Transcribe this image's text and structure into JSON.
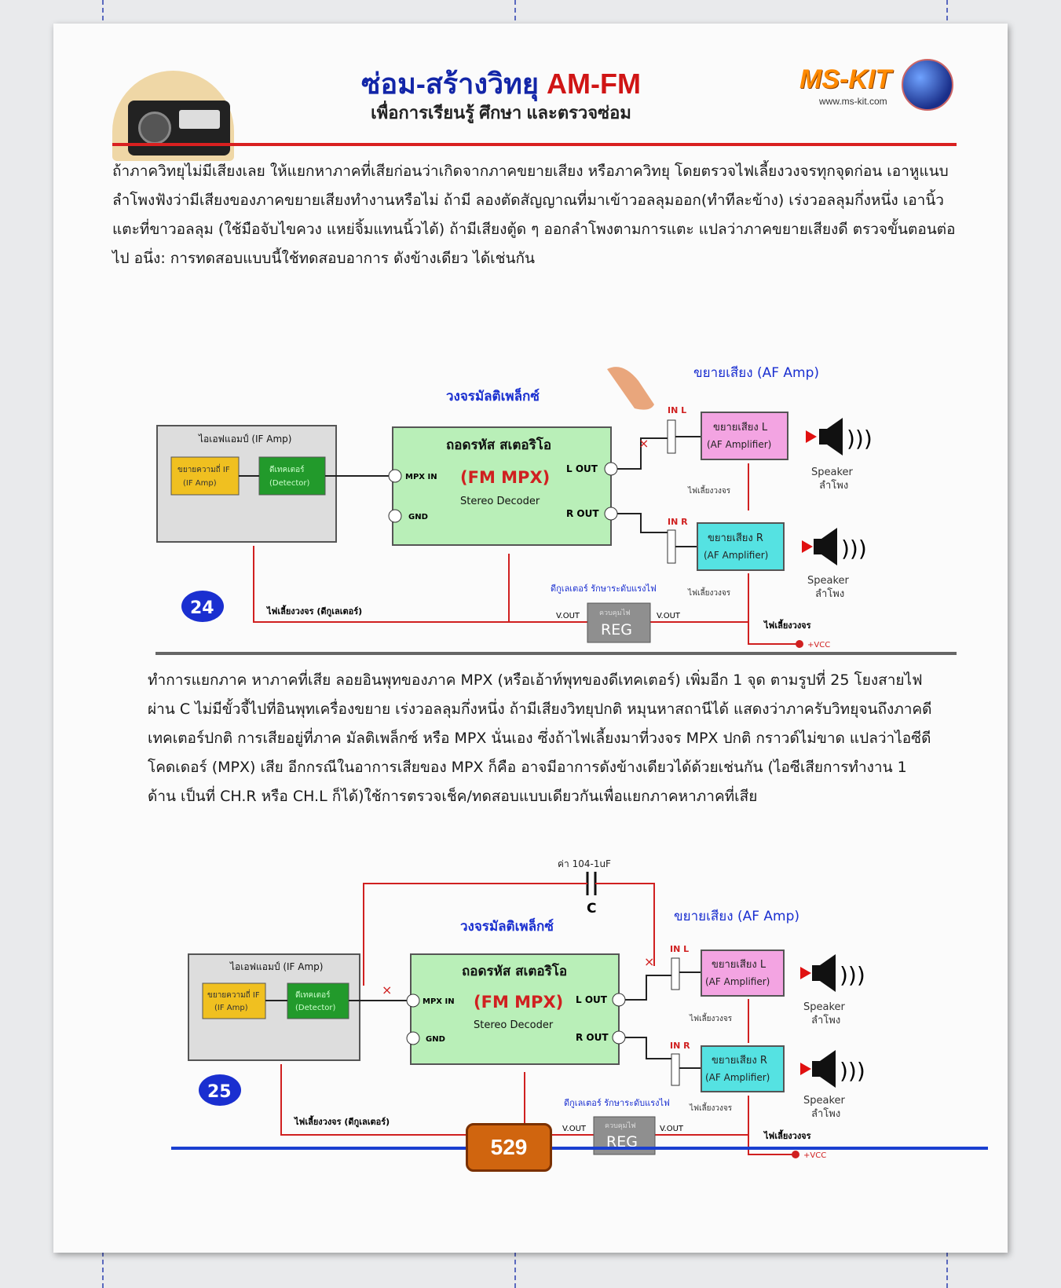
{
  "header": {
    "title_part1": "ซ่อม-สร้างวิทยุ",
    "title_part2": "AM-FM",
    "subtitle": "เพื่อการเรียนรู้ ศึกษา และตรวจซ่อม",
    "brand": "MS-KIT",
    "brand_url": "www.ms-kit.com"
  },
  "paragraph1": "ถ้าภาควิทยุไม่มีเสียงเลย ให้แยกหาภาคที่เสียก่อนว่าเกิดจากภาคขยายเสียง หรือภาควิทยุ โดยตรวจไฟเลี้ยงวงจรทุกจุดก่อน เอาหูแนบลำโพงฟังว่ามีเสียงของภาคขยายเสียงทำงานหรือไม่ ถ้ามี ลองตัดสัญญาณที่มาเข้าวอลลุมออก(ทำทีละข้าง) เร่งวอลลุมกึ่งหนึ่ง เอานิ้วแตะที่ขาวอลลุม (ใช้มือจับไขควง แหย่จิ้มแทนนิ้วได้) ถ้ามีเสียงตู้ด ๆ ออกลำโพงตามการแตะ แปลว่าภาคขยายเสียงดี ตรวจขั้นตอนต่อไป อนึ่ง: การทดสอบแบบนี้ใช้ทดสอบอาการ ดังข้างเดียว ได้เช่นกัน",
  "paragraph2": "ทำการแยกภาค หาภาคที่เสีย ลอยอินพุทของภาค MPX (หรือเอ้าท์พุทของดีเทคเตอร์) เพิ่มอีก 1 จุด ตามรูปที่ 25 โยงสายไฟผ่าน C ไม่มีขั้วจี้ไปที่อินพุทเครื่องขยาย เร่งวอลลุมกึ่งหนึ่ง ถ้ามีเสียงวิทยุปกติ หมุนหาสถานีได้ แสดงว่าภาครับวิทยุจนถึงภาคดีเทคเตอร์ปกติ การเสียอยู่ที่ภาค มัลติเพล็กซ์ หรือ MPX นั่นเอง ซึ่งถ้าไฟเลี้ยงมาที่วงจร MPX ปกติ กราวด์ไม่ขาด แปลว่าไอซีดีโคดเดอร์ (MPX) เสีย อีกกรณีในอาการเสียของ MPX ก็คือ อาจมีอาการดังข้างเดียวได้ด้วยเช่นกัน (ไอซีเสียการทำงาน 1 ด้าน เป็นที่ CH.R หรือ CH.L ก็ได้)ใช้การตรวจเช็ค/ทดสอบแบบเดียวกันเพื่อแยกภาคหาภาคที่เสีย",
  "diagram": {
    "mpx_section": "วงจรมัลติเพล็กซ์",
    "af_section": "ขยายเสียง (AF Amp)",
    "if_block_title": "ไอเอฟแอมป์ (IF Amp)",
    "if_amp_label": "ขยายความถี่ IF",
    "if_amp_sub": "(IF Amp)",
    "detector_label": "ดีเทคเตอร์",
    "detector_sub": "(Detector)",
    "decoder_title": "ถอดรหัส สเตอริโอ",
    "decoder_fm": "(FM MPX)",
    "decoder_sub": "Stereo Decoder",
    "mpx_in": "MPX IN",
    "gnd": "GND",
    "l_out": "L OUT",
    "r_out": "R OUT",
    "in_l": "IN L",
    "in_r": "IN R",
    "amp_l": "ขยายเสียง L",
    "amp_r": "ขยายเสียง R",
    "amp_sub": "(AF Amplifier)",
    "speaker": "Speaker",
    "speaker_th": "ลำโพง",
    "supply_small": "ไฟเลี้ยงวงจร",
    "supply_if": "ไฟเลี้ยงวงจร (ดีกูเลเตอร์)",
    "regulator_caption": "ดีกูเลเตอร์ รักษาระดับแรงไฟ",
    "reg_small": "ควบคุมไฟ",
    "reg": "REG",
    "v_out": "V.OUT",
    "vcc": "+VCC",
    "cap_value": "ค่า 104-1uF",
    "cap_label": "C",
    "fig1_number": "24",
    "fig2_number": "25"
  },
  "footer": {
    "badge": "529"
  }
}
